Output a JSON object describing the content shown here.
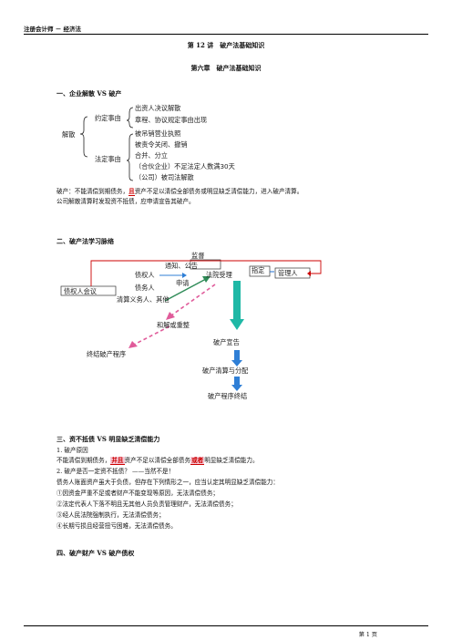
{
  "header": {
    "title": "注册会计师 － 经济法"
  },
  "lecture_title": "第 12 讲　破产法基础知识",
  "chapter_title": "第六章　破产法基础知识",
  "section1": {
    "title": "一、企业解散 VS 破产",
    "root": "解散",
    "branch1": "约定事由",
    "branch1_items": [
      "出资人决议解散",
      "章程、协议规定事由出现"
    ],
    "branch2": "法定事由",
    "branch2_items": [
      "被吊销营业执照",
      "被责令关闭、撤销",
      "合并、分立",
      "（合伙企业）不足法定人数满30天",
      "（公司）被司法解散"
    ],
    "para_a": "破产：不能清偿到期债务，",
    "para_red": "且",
    "para_b": "资产不足以清偿全部债务或明显缺乏清偿能力，进入破产清算。",
    "para2": "公司解散清算时发现资不抵债，应申请宣告其破产。"
  },
  "section2": {
    "title": "二、破产法学习脉络",
    "supervise": "监督",
    "notify": "通知、公告",
    "court": "法院受理",
    "designate": "指定",
    "administrator": "管理人",
    "creditor": "债权人",
    "debtor": "债务人",
    "liquidator": "清算义务人、其他",
    "creditors_meeting": "债权人会议",
    "apply": "申请",
    "settlement": "和解或重整",
    "terminate": "终结破产程序",
    "declare": "破产宣告",
    "distribute": "破产清算与分配",
    "end": "破产程序终结"
  },
  "section3": {
    "title": "三、资不抵债 VS 明显缺乏清偿能力",
    "l1": "1. 破产原因",
    "l2_a": "不能清偿到期债务，",
    "l2_red1": "并且",
    "l2_b": "资产不足以清偿全部债务",
    "l2_red2": "或者",
    "l2_c": "明显缺乏清偿能力。",
    "l3": "2. 破产是否一定资不抵债？ ——当然不是！",
    "l4": "债务人账面资产虽大于负债，但存在下列情形之一，应当认定其明显缺乏清偿能力：",
    "items": [
      "①因资金严重不足或者财产不能变现等原因，无法清偿债务；",
      "②法定代表人下落不明且无其他人员负责管理财产，无法清偿债务；",
      "③经人民法院强制执行，无法清偿债务；",
      "④长期亏损且经营扭亏困难，无法清偿债务。"
    ]
  },
  "section4": {
    "title": "四、破产财产 VS 破产债权"
  },
  "footer": {
    "page": "第 1 页"
  },
  "colors": {
    "red": "#cc0000",
    "green": "#2e8b57",
    "pink": "#e05b9a",
    "cyan": "#1fb8a6",
    "blue": "#2f7fd6"
  }
}
